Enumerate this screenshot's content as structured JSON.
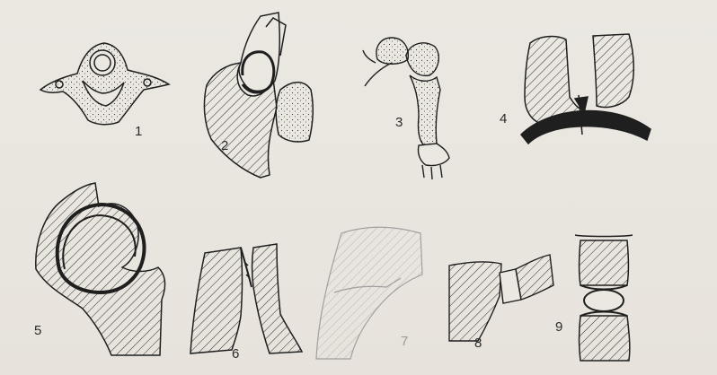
{
  "figures": [
    {
      "label": "1",
      "subject": "atlas vertebra"
    },
    {
      "label": "2",
      "subject": "joint cross-section"
    },
    {
      "label": "3",
      "subject": "bone with head"
    },
    {
      "label": "4",
      "subject": "joint cross-section"
    },
    {
      "label": "5",
      "subject": "ball-and-socket joint"
    },
    {
      "label": "6",
      "subject": "fused bone section"
    },
    {
      "label": "7",
      "subject": "faint bone section"
    },
    {
      "label": "8",
      "subject": "bone junction"
    },
    {
      "label": "9",
      "subject": "intervertebral disc section"
    }
  ],
  "colors": {
    "ink": "#1f1f1f",
    "paper": "#ebe7e1",
    "faint": "#a0a0a0"
  }
}
